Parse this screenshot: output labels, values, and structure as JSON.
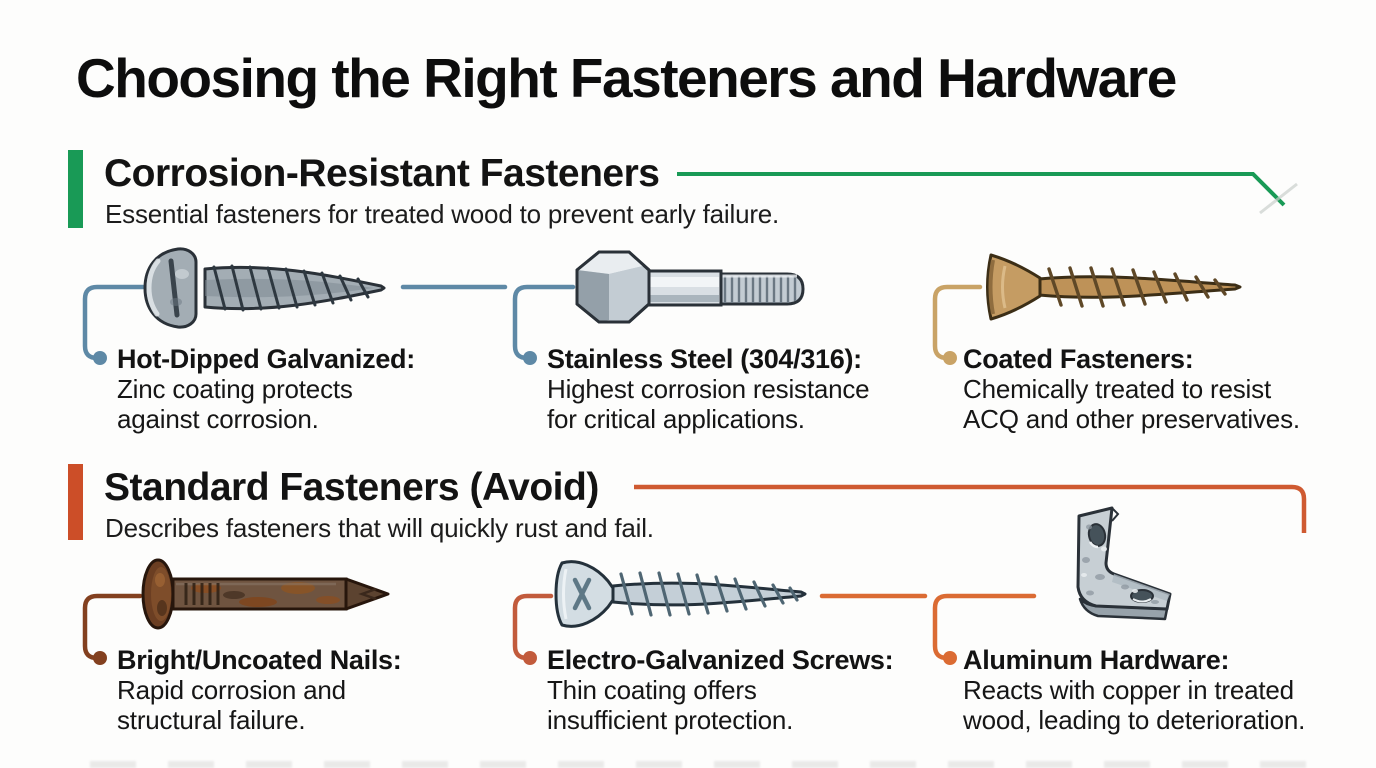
{
  "title": "Choosing the Right Fasteners and Hardware",
  "colors": {
    "section1_accent": "#199A56",
    "section2_accent": "#CC4E28",
    "connector_slate": "#5E89A6",
    "connector_green_tan": "#3F9B72",
    "connector_tan": "#C9A366",
    "connector_rust": "#83401F",
    "connector_orange_red": "#C25B3C",
    "connector_orange": "#DB6B33",
    "ink": "#131313"
  },
  "sections": [
    {
      "heading": "Corrosion-Resistant Fasteners",
      "subheading": "Essential fasteners for treated wood to prevent early failure.",
      "accent_color": "#199A56",
      "items": [
        {
          "image": "hot-dipped-galvanized-screw",
          "label": "Hot-Dipped Galvanized:",
          "desc_line1": "Zinc coating protects",
          "desc_line2": "against corrosion.",
          "connector_color": "#5E89A6"
        },
        {
          "image": "stainless-steel-hex-bolt",
          "label": "Stainless Steel (304/316):",
          "desc_line1": "Highest corrosion resistance",
          "desc_line2": "for critical applications.",
          "connector_color": "#5E89A6"
        },
        {
          "image": "coated-deck-screw",
          "label": "Coated Fasteners:",
          "desc_line1": "Chemically treated to resist",
          "desc_line2": "ACQ and other preservatives.",
          "connector_color": "#C9A366"
        }
      ]
    },
    {
      "heading": "Standard Fasteners (Avoid)",
      "subheading": "Describes fasteners that will quickly rust and fail.",
      "accent_color": "#CC4E28",
      "items": [
        {
          "image": "rusty-uncoated-nail",
          "label": "Bright/Uncoated Nails:",
          "desc_line1": "Rapid corrosion and",
          "desc_line2": "structural failure.",
          "connector_color": "#83401F"
        },
        {
          "image": "electro-galvanized-screw",
          "label": "Electro-Galvanized Screws:",
          "desc_line1": "Thin coating offers",
          "desc_line2": "insufficient protection.",
          "connector_color": "#C25B3C"
        },
        {
          "image": "aluminum-angle-bracket",
          "label": "Aluminum Hardware:",
          "desc_line1": "Reacts with copper in treated",
          "desc_line2": "wood, leading to deterioration.",
          "connector_color": "#DB6B33"
        }
      ]
    }
  ]
}
